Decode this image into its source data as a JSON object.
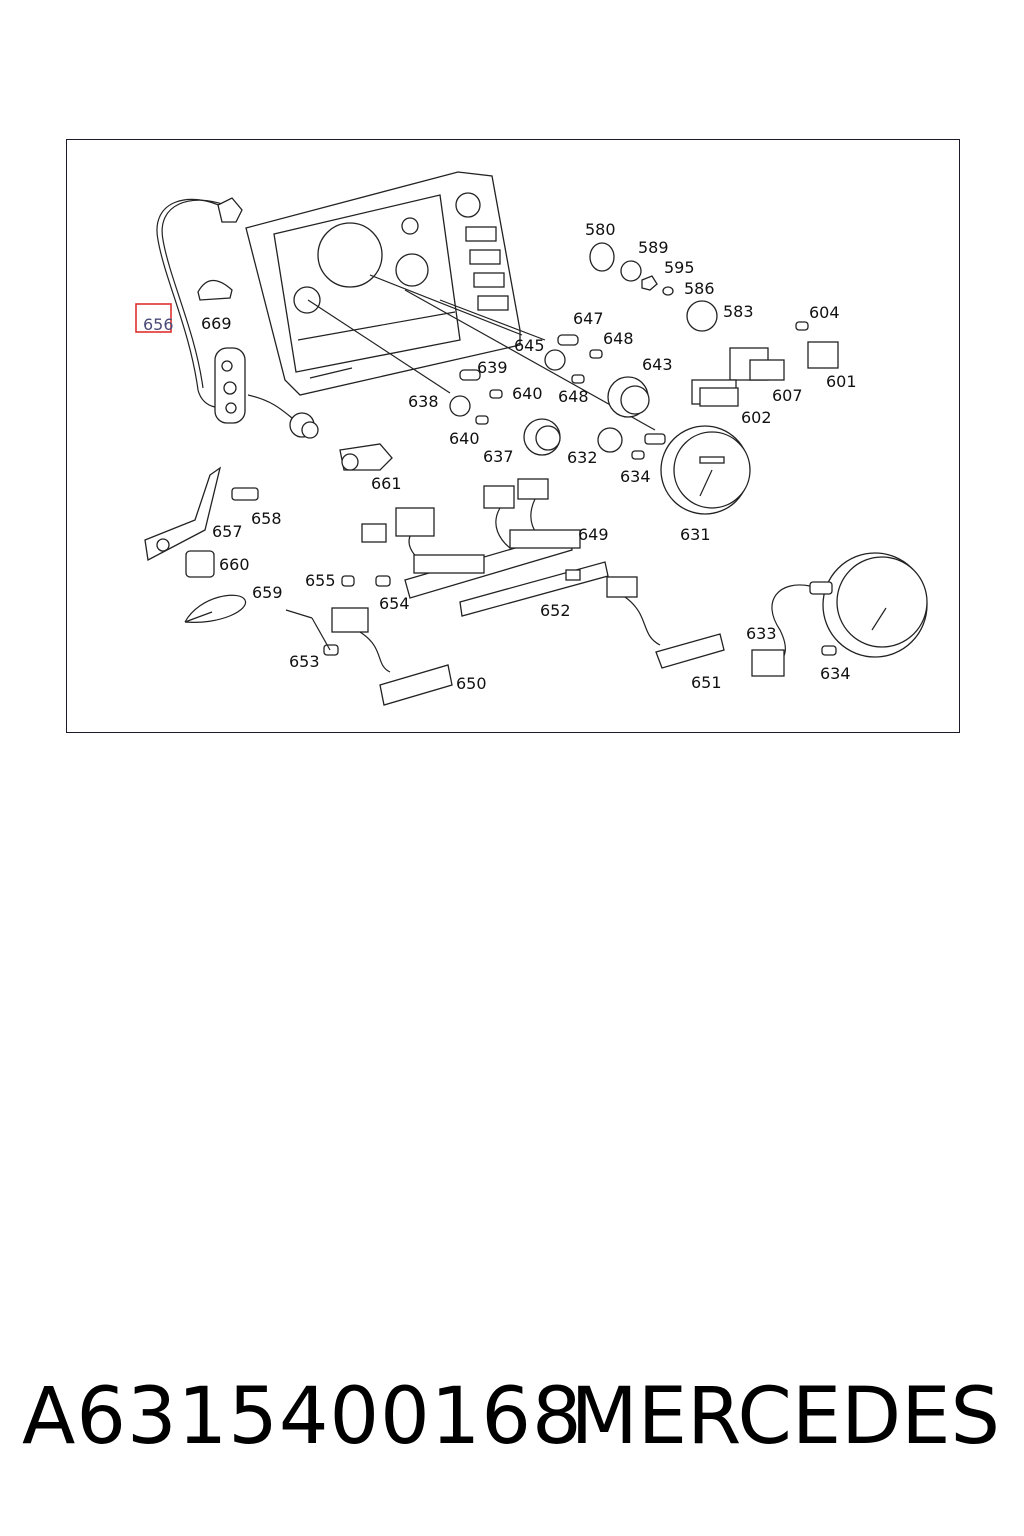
{
  "callouts": {
    "c580": "580",
    "c589": "589",
    "c595": "595",
    "c586": "586",
    "c583": "583",
    "c604": "604",
    "c601": "601",
    "c607": "607",
    "c602": "602",
    "c647": "647",
    "c648a": "648",
    "c648b": "648",
    "c643": "643",
    "c645": "645",
    "c639": "639",
    "c640a": "640",
    "c640b": "640",
    "c638": "638",
    "c637": "637",
    "c632": "632",
    "c634a": "634",
    "c634b": "634",
    "c631": "631",
    "c656": "656",
    "c669": "669",
    "c661": "661",
    "c658": "658",
    "c657": "657",
    "c660": "660",
    "c659": "659",
    "c655": "655",
    "c654": "654",
    "c653": "653",
    "c650": "650",
    "c649": "649",
    "c652": "652",
    "c651": "651",
    "c633": "633"
  },
  "highlight": {
    "label": "656",
    "color": "#e03030"
  },
  "footer": {
    "part_number": "A6315400168",
    "brand": "MERCEDES"
  }
}
